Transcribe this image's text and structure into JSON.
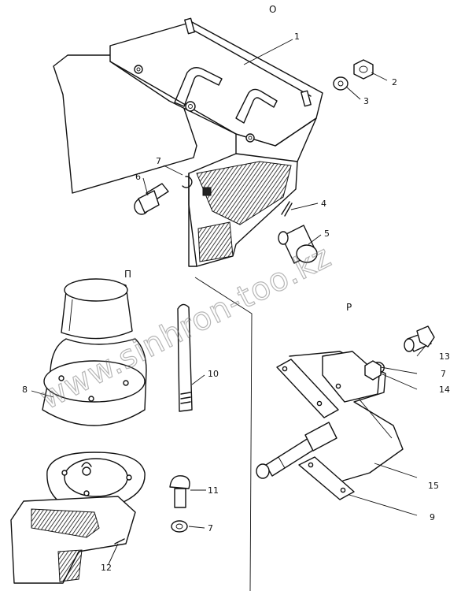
{
  "sections": {
    "o": "О",
    "p": "П",
    "r": "Р"
  },
  "callouts": {
    "c1": "1",
    "c2": "2",
    "c3": "3",
    "c4": "4",
    "c5": "5",
    "c6": "6",
    "c7a": "7",
    "c7b": "7",
    "c7c": "7",
    "c8": "8",
    "c9": "9",
    "c10": "10",
    "c11": "11",
    "c12": "12",
    "c13": "13",
    "c14": "14",
    "c15": "15"
  },
  "watermark": "www.sinhron-too.kz"
}
